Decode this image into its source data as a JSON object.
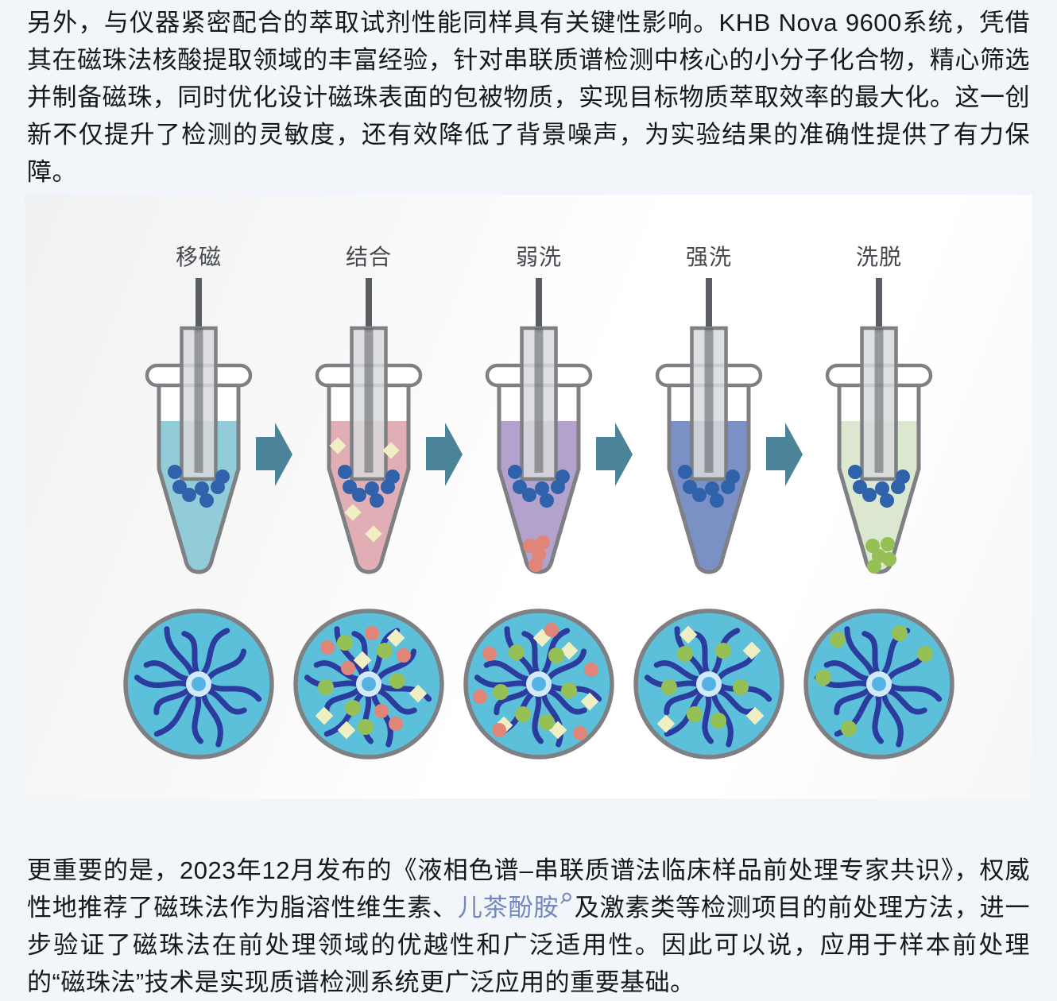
{
  "page": {
    "background": "#f2f5f9",
    "text_color": "#17181a",
    "link_color": "#7287bf"
  },
  "paragraphs": {
    "top": "另外，与仪器紧密配合的萃取试剂性能同样具有关键性影响。KHB Nova 9600系统，凭借其在磁珠法核酸提取领域的丰富经验，针对串联质谱检测中核心的小分子化合物，精心筛选并制备磁珠，同时优化设计磁珠表面的包被物质，实现目标物质萃取效率的最大化。这一创新不仅提升了检测的灵敏度，还有效降低了背景噪声，为实验结果的准确性提供了有力保障。",
    "bottom_pre_link": "更重要的是，2023年12月发布的《液相色谱–串联质谱法临床样品前处理专家共识》，权威性地推荐了磁珠法作为脂溶性维生素、",
    "link_text": "儿茶酚胺",
    "link_icon": "search-icon",
    "bottom_post_link": "及激素类等检测项目的前处理方法，进一步验证了磁珠法在前处理领域的优越性和广泛适用性。因此可以说，应用于样本前处理的“磁珠法”技术是实现质谱检测系统更广泛应用的重要基础。"
  },
  "figure": {
    "description": "magnetic-bead-extraction-workflow",
    "palette": {
      "outline": "#7e8084",
      "rod": "#5a5d61",
      "sleeve_fill": "#d8d9db",
      "tube_fill": "#ffffff",
      "bead_blue": "#2f62ab",
      "arrow": "#4b8499",
      "circle_fill": "#5cc0da",
      "tentacle": "#2b3c9e",
      "hub_ring": "#d2e9f8",
      "hub_core": "#54b2e2",
      "dot_red": "#e08577",
      "dot_green": "#94c055",
      "diamond": "#f0efc3"
    },
    "steps": [
      {
        "label": "移磁",
        "liquid_color": "#92ccd9",
        "tube_markers": {
          "red": [],
          "green": [],
          "diamond": []
        },
        "circle_markers": {
          "red": [],
          "green": [],
          "diamond": []
        }
      },
      {
        "label": "结合",
        "liquid_color": "#e2aeb6",
        "tube_markers": {
          "red": [],
          "green": [],
          "diamond": [
            [
              -39,
              316
            ],
            [
              28,
              322
            ],
            [
              -20,
              400
            ],
            [
              6,
              427
            ]
          ]
        },
        "circle_markers": {
          "red": [
            [
              -52,
              -46
            ],
            [
              4,
              -64
            ],
            [
              44,
              -36
            ],
            [
              -26,
              -20
            ],
            [
              16,
              34
            ],
            [
              34,
              50
            ]
          ],
          "green": [
            [
              -30,
              -52
            ],
            [
              20,
              -42
            ],
            [
              36,
              -4
            ],
            [
              -54,
              4
            ],
            [
              -20,
              30
            ],
            [
              -4,
              54
            ]
          ],
          "diamond": [
            [
              34,
              -58
            ],
            [
              62,
              12
            ],
            [
              -56,
              40
            ],
            [
              -28,
              58
            ],
            [
              -8,
              -30
            ]
          ]
        }
      },
      {
        "label": "弱洗",
        "liquid_color": "#b3a1ce",
        "tube_markers": {
          "red": [
            [
              -11,
              442
            ],
            [
              5,
              438
            ],
            [
              0,
              453
            ],
            [
              -4,
              466
            ]
          ],
          "green": [],
          "diamond": []
        },
        "circle_markers": {
          "red": [
            [
              -62,
              -38
            ],
            [
              16,
              -68
            ],
            [
              66,
              -18
            ],
            [
              -74,
              16
            ],
            [
              -50,
              58
            ],
            [
              52,
              62
            ]
          ],
          "green": [
            [
              -28,
              -40
            ],
            [
              22,
              -36
            ],
            [
              38,
              8
            ],
            [
              -48,
              10
            ],
            [
              -20,
              38
            ],
            [
              10,
              48
            ]
          ],
          "diamond": [
            [
              4,
              -58
            ],
            [
              38,
              -42
            ],
            [
              64,
              22
            ],
            [
              -44,
              52
            ],
            [
              24,
              58
            ]
          ]
        }
      },
      {
        "label": "强洗",
        "liquid_color": "#7b91c6",
        "tube_markers": {
          "red": [],
          "green": [],
          "diamond": []
        },
        "circle_markers": {
          "red": [],
          "green": [
            [
              -30,
              -38
            ],
            [
              18,
              -42
            ],
            [
              40,
              4
            ],
            [
              -50,
              4
            ],
            [
              -18,
              38
            ],
            [
              12,
              46
            ]
          ],
          "diamond": [
            [
              -26,
              -62
            ],
            [
              54,
              -42
            ],
            [
              58,
              40
            ],
            [
              -54,
              50
            ]
          ]
        }
      },
      {
        "label": "洗脱",
        "liquid_color": "#dbe7cf",
        "tube_markers": {
          "red": [],
          "green": [
            [
              -8,
              442
            ],
            [
              11,
              440
            ],
            [
              0,
              455
            ],
            [
              -6,
              468
            ],
            [
              13,
              459
            ]
          ],
          "diamond": []
        },
        "circle_markers": {
          "red": [],
          "green": [
            [
              -52,
              -56
            ],
            [
              26,
              -64
            ],
            [
              58,
              -38
            ],
            [
              -70,
              -8
            ],
            [
              -38,
              56
            ]
          ],
          "diamond": []
        }
      }
    ]
  }
}
